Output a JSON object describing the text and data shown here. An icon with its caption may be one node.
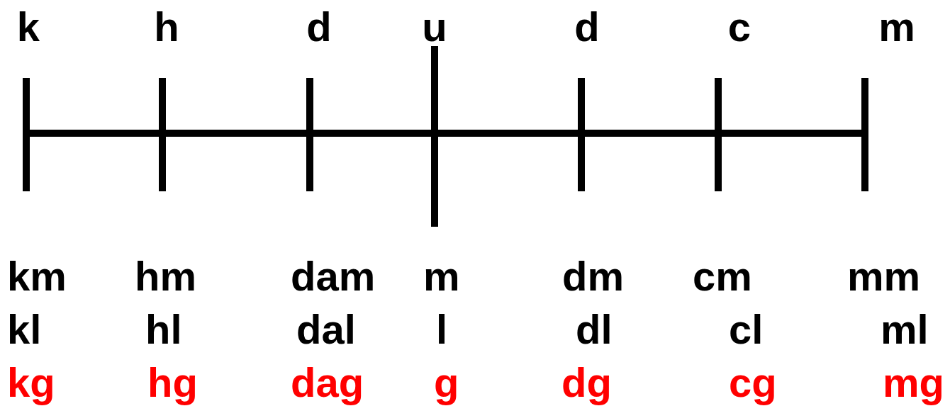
{
  "diagram": {
    "labels": [
      "k",
      "h",
      "d",
      "u",
      "d",
      "c",
      "m",
      "km",
      "hm",
      "dam",
      "m",
      "dm",
      "cm",
      "mm",
      "kl",
      "hl",
      "dal",
      "l",
      "dl",
      "cl",
      "ml",
      "kg",
      "hg",
      "dag",
      "g",
      "dg",
      "cg",
      "mg"
    ]
  }
}
